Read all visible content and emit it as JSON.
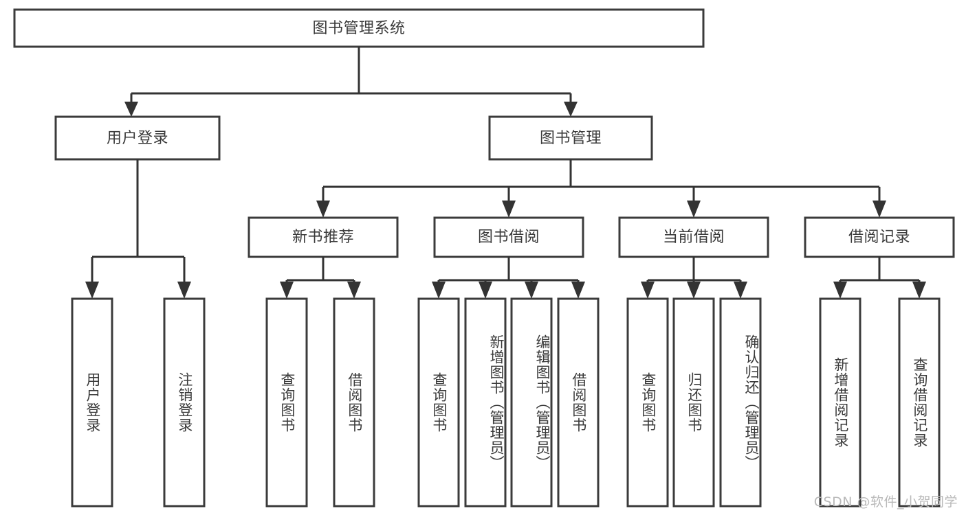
{
  "diagram": {
    "type": "tree-hierarchy",
    "title": "图书管理系统",
    "watermark": "CSDN @软件_小贺同学",
    "colors": {
      "box_stroke": "#3b3b3b",
      "box_fill": "#ffffff",
      "connector": "#333333",
      "text": "#3a3a3a",
      "watermark": "#b9b9b9",
      "background": "#ffffff"
    },
    "root": {
      "id": "root",
      "label": "图书管理系统"
    },
    "level1": [
      {
        "id": "user-login",
        "label": "用户登录"
      },
      {
        "id": "book-manage",
        "label": "图书管理"
      }
    ],
    "level2": [
      {
        "id": "new-book-recommend",
        "label": "新书推荐",
        "parent": "book-manage"
      },
      {
        "id": "book-borrow",
        "label": "图书借阅",
        "parent": "book-manage"
      },
      {
        "id": "current-borrow",
        "label": "当前借阅",
        "parent": "book-manage"
      },
      {
        "id": "borrow-record",
        "label": "借阅记录",
        "parent": "book-manage"
      }
    ],
    "leaves": {
      "user-login": [
        {
          "id": "leaf-user-login",
          "label": "用户登录"
        },
        {
          "id": "leaf-logout-login",
          "label": "注销登录"
        }
      ],
      "new-book-recommend": [
        {
          "id": "leaf-query-book-1",
          "label": "查询图书"
        },
        {
          "id": "leaf-borrow-book-1",
          "label": "借阅图书"
        }
      ],
      "book-borrow": [
        {
          "id": "leaf-query-book-2",
          "label": "查询图书"
        },
        {
          "id": "leaf-add-book",
          "label": "新增图书（管理员）"
        },
        {
          "id": "leaf-edit-book",
          "label": "编辑图书（管理员）"
        },
        {
          "id": "leaf-borrow-book-2",
          "label": "借阅图书"
        }
      ],
      "current-borrow": [
        {
          "id": "leaf-query-book-3",
          "label": "查询图书"
        },
        {
          "id": "leaf-return-book",
          "label": "归还图书"
        },
        {
          "id": "leaf-confirm-return",
          "label": "确认归还（管理员）"
        }
      ],
      "borrow-record": [
        {
          "id": "leaf-add-record",
          "label": "新增借阅记录"
        },
        {
          "id": "leaf-query-record",
          "label": "查询借阅记录"
        }
      ]
    }
  }
}
